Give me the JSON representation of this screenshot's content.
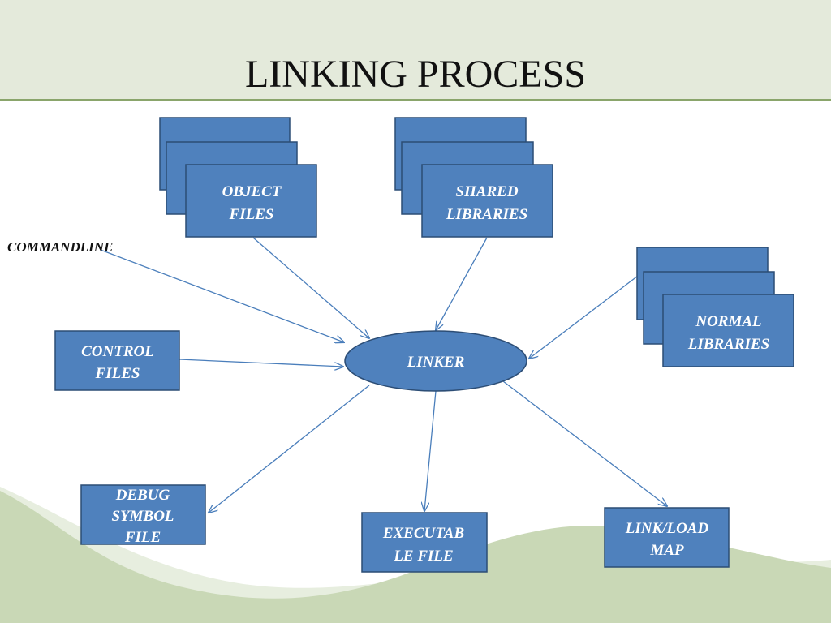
{
  "slide": {
    "title": "LINKING PROCESS"
  },
  "colors": {
    "header_band": "#e4eadb",
    "header_rule": "#8aa56b",
    "box_fill": "#4f81bd",
    "box_stroke": "#2c4d75",
    "arrow": "#4a7ebb",
    "wave_light": "#e7eedf",
    "wave_mid": "#c9d8b6"
  },
  "nodes": {
    "object_files": {
      "line1": "OBJECT",
      "line2": "FILES"
    },
    "shared_libraries": {
      "line1": "SHARED",
      "line2": "LIBRARIES"
    },
    "normal_libraries": {
      "line1": "NORMAL",
      "line2": "LIBRARIES"
    },
    "control_files": {
      "line1": "CONTROL",
      "line2": "FILES"
    },
    "linker": {
      "label": "LINKER"
    },
    "debug_symbol_file": {
      "line1": "DEBUG",
      "line2": "SYMBOL",
      "line3": "FILE"
    },
    "executable_file": {
      "line1": "EXECUTAB",
      "line2": "LE FILE"
    },
    "link_load_map": {
      "line1": "LINK/LOAD",
      "line2": "MAP"
    },
    "commandline": {
      "label": "COMMANDLINE"
    }
  }
}
